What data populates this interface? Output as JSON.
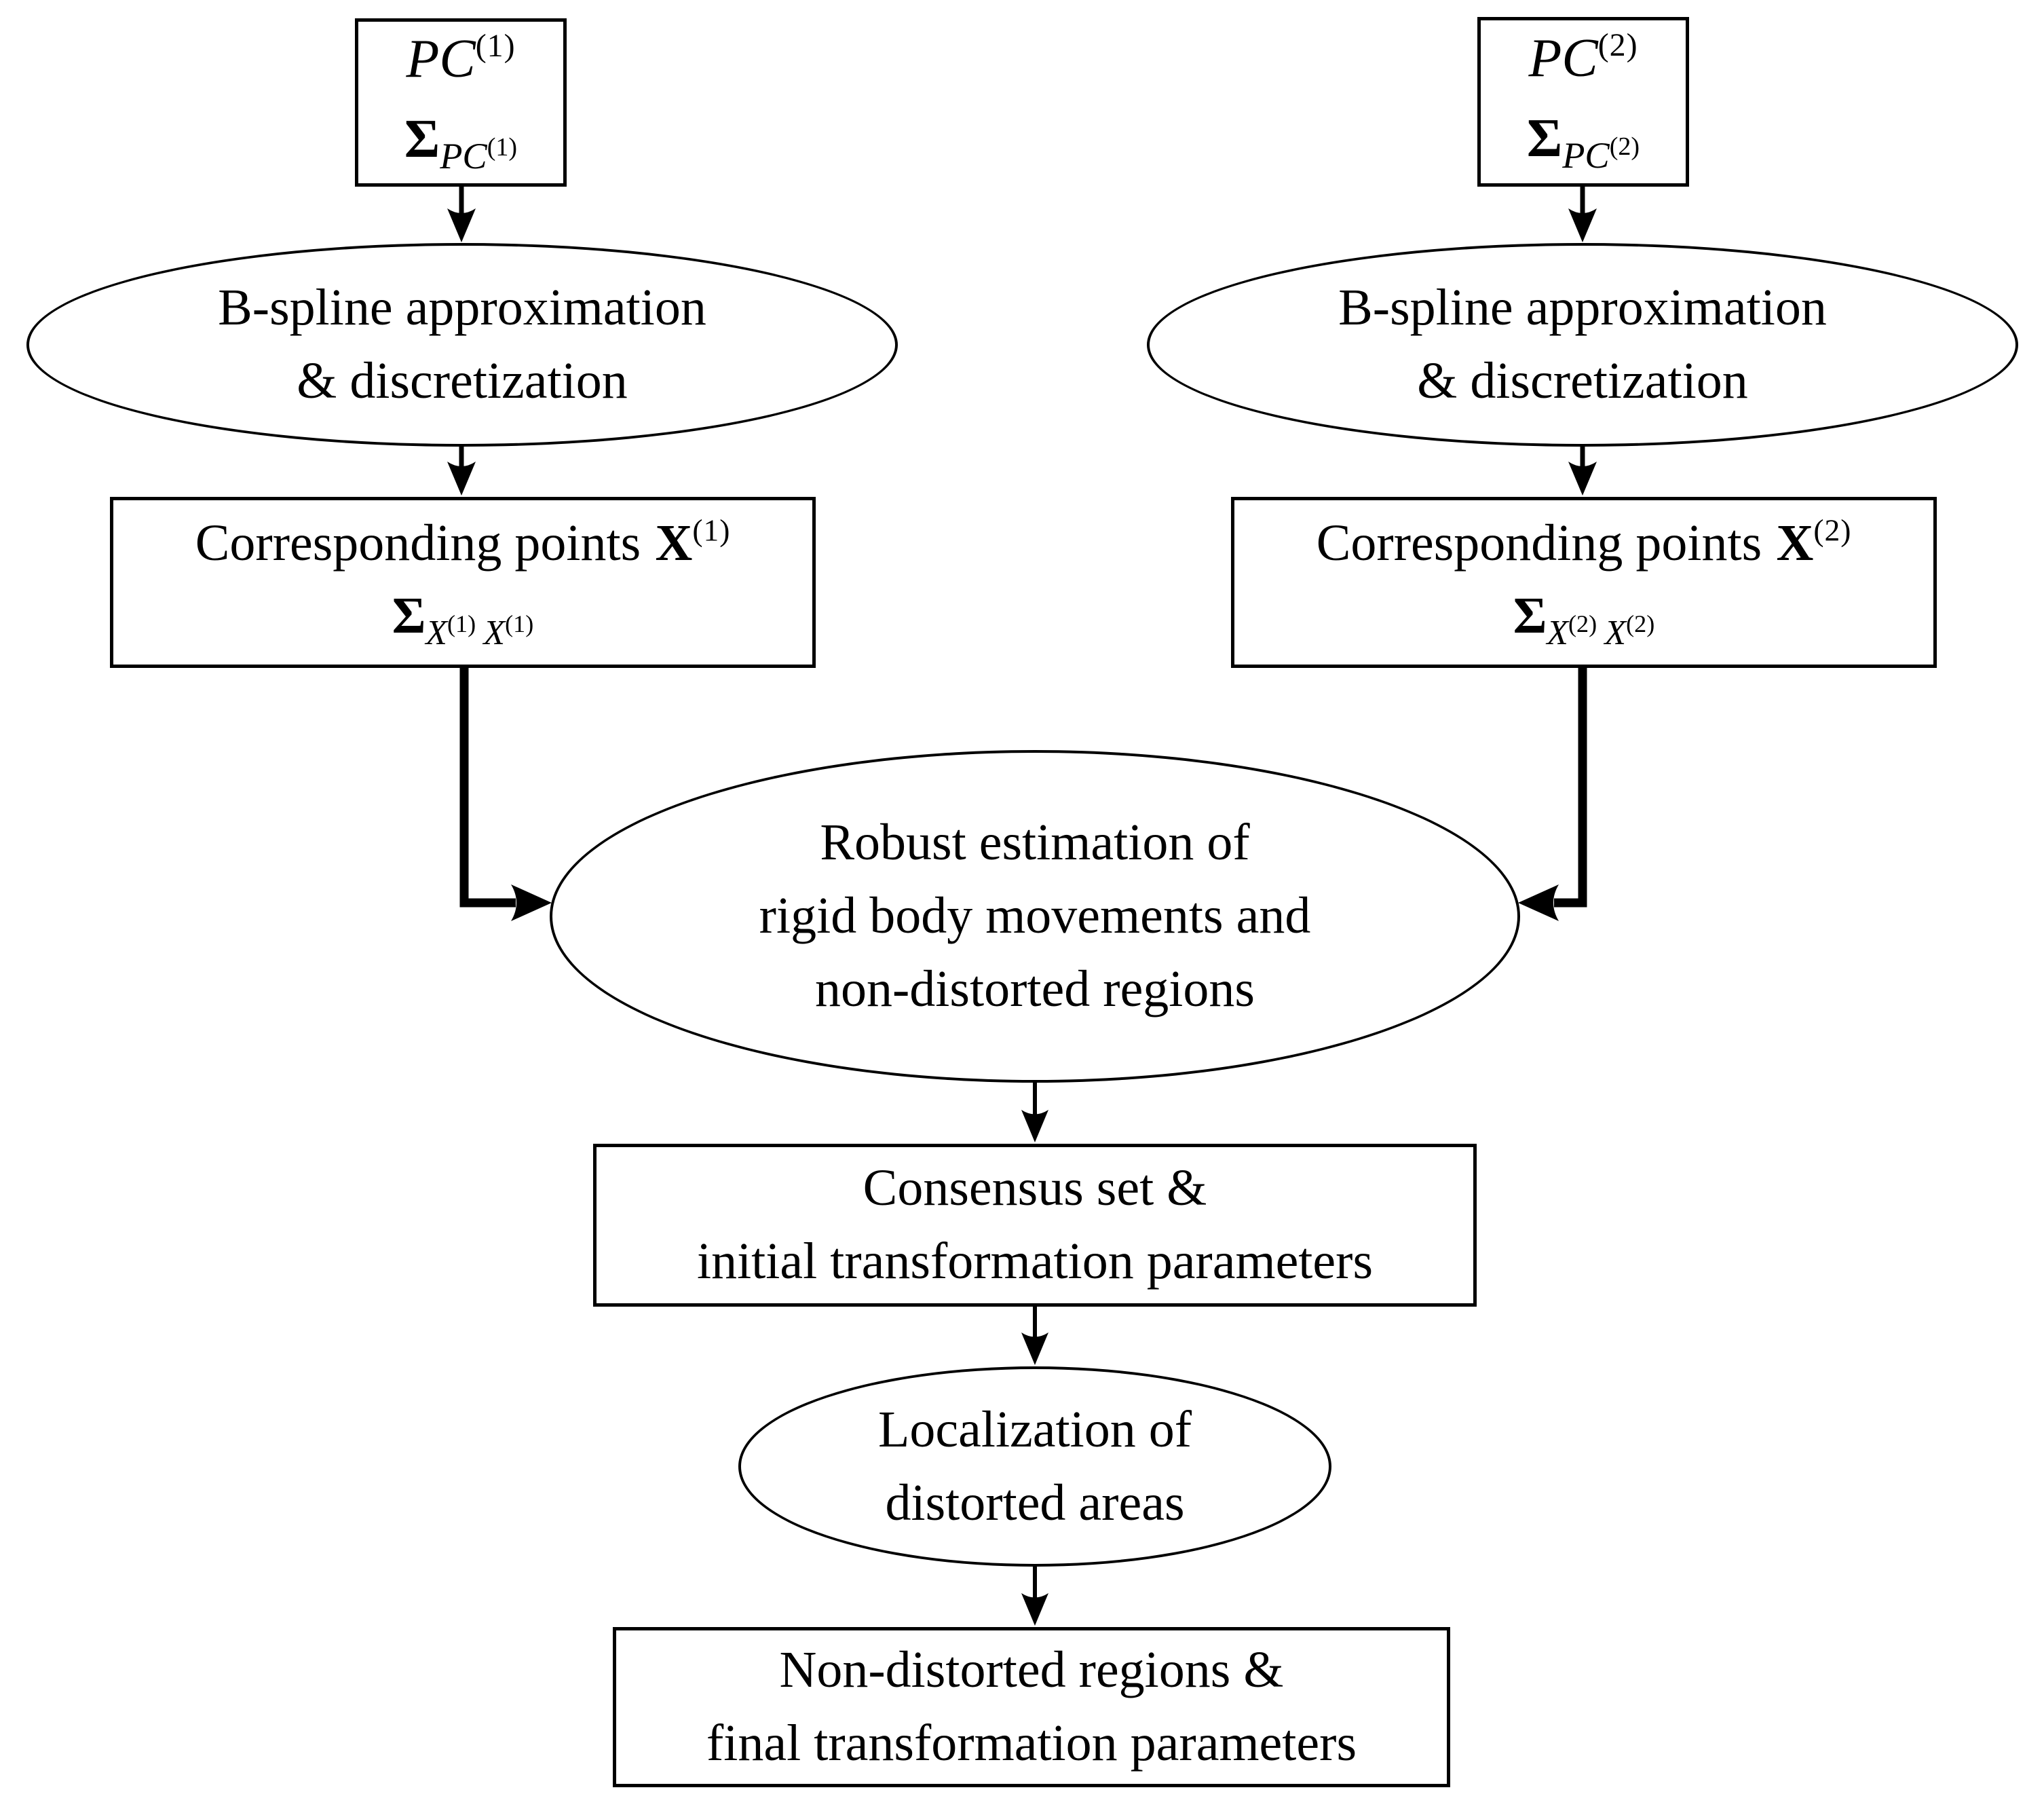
{
  "page": {
    "background_color": "#ffffff",
    "ink_color": "#000000"
  },
  "nodes": {
    "pc1": {
      "symbol": "PC",
      "symbol_sup": "(1)",
      "sigma": "Σ",
      "sigma_sub": "PC",
      "sigma_sub_sup": "(1)"
    },
    "pc2": {
      "symbol": "PC",
      "symbol_sup": "(2)",
      "sigma": "Σ",
      "sigma_sub": "PC",
      "sigma_sub_sup": "(2)"
    },
    "bspline1": {
      "line1": "B-spline approximation",
      "line2": "& discretization"
    },
    "bspline2": {
      "line1": "B-spline approximation",
      "line2": "& discretization"
    },
    "corr1": {
      "label": "Corresponding points",
      "vector": "X",
      "vector_sup": "(1)",
      "sigma": "Σ",
      "sub1": "X",
      "sub1_sup": "(1)",
      "sub2": "X",
      "sub2_sup": "(1)"
    },
    "corr2": {
      "label": "Corresponding points",
      "vector": "X",
      "vector_sup": "(2)",
      "sigma": "Σ",
      "sub1": "X",
      "sub1_sup": "(2)",
      "sub2": "X",
      "sub2_sup": "(2)"
    },
    "robust": {
      "line1": "Robust estimation of",
      "line2": "rigid body movements and",
      "line3": "non-distorted regions"
    },
    "consensus": {
      "line1": "Consensus set &",
      "line2": "initial transformation parameters"
    },
    "localization": {
      "line1": "Localization of",
      "line2": "distorted areas"
    },
    "final": {
      "line1": "Non-distorted regions &",
      "line2": "final transformation parameters"
    }
  }
}
